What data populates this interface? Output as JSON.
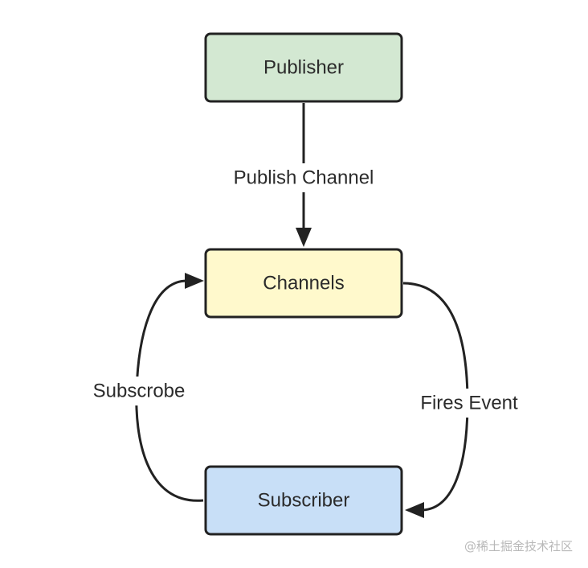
{
  "nodes": {
    "publisher": {
      "label": "Publisher",
      "fill": "#d3e8d2"
    },
    "channels": {
      "label": "Channels",
      "fill": "#fff9cc"
    },
    "subscriber": {
      "label": "Subscriber",
      "fill": "#c8dff7"
    }
  },
  "edges": {
    "publish": {
      "label": "Publish Channel"
    },
    "subscribe": {
      "label": "Subscrobe"
    },
    "fires": {
      "label": "Fires Event"
    }
  },
  "watermark": "@稀土掘金技术社区",
  "colors": {
    "stroke": "#222222",
    "text": "#2b2b2b",
    "watermark": "#b8b8b8"
  }
}
